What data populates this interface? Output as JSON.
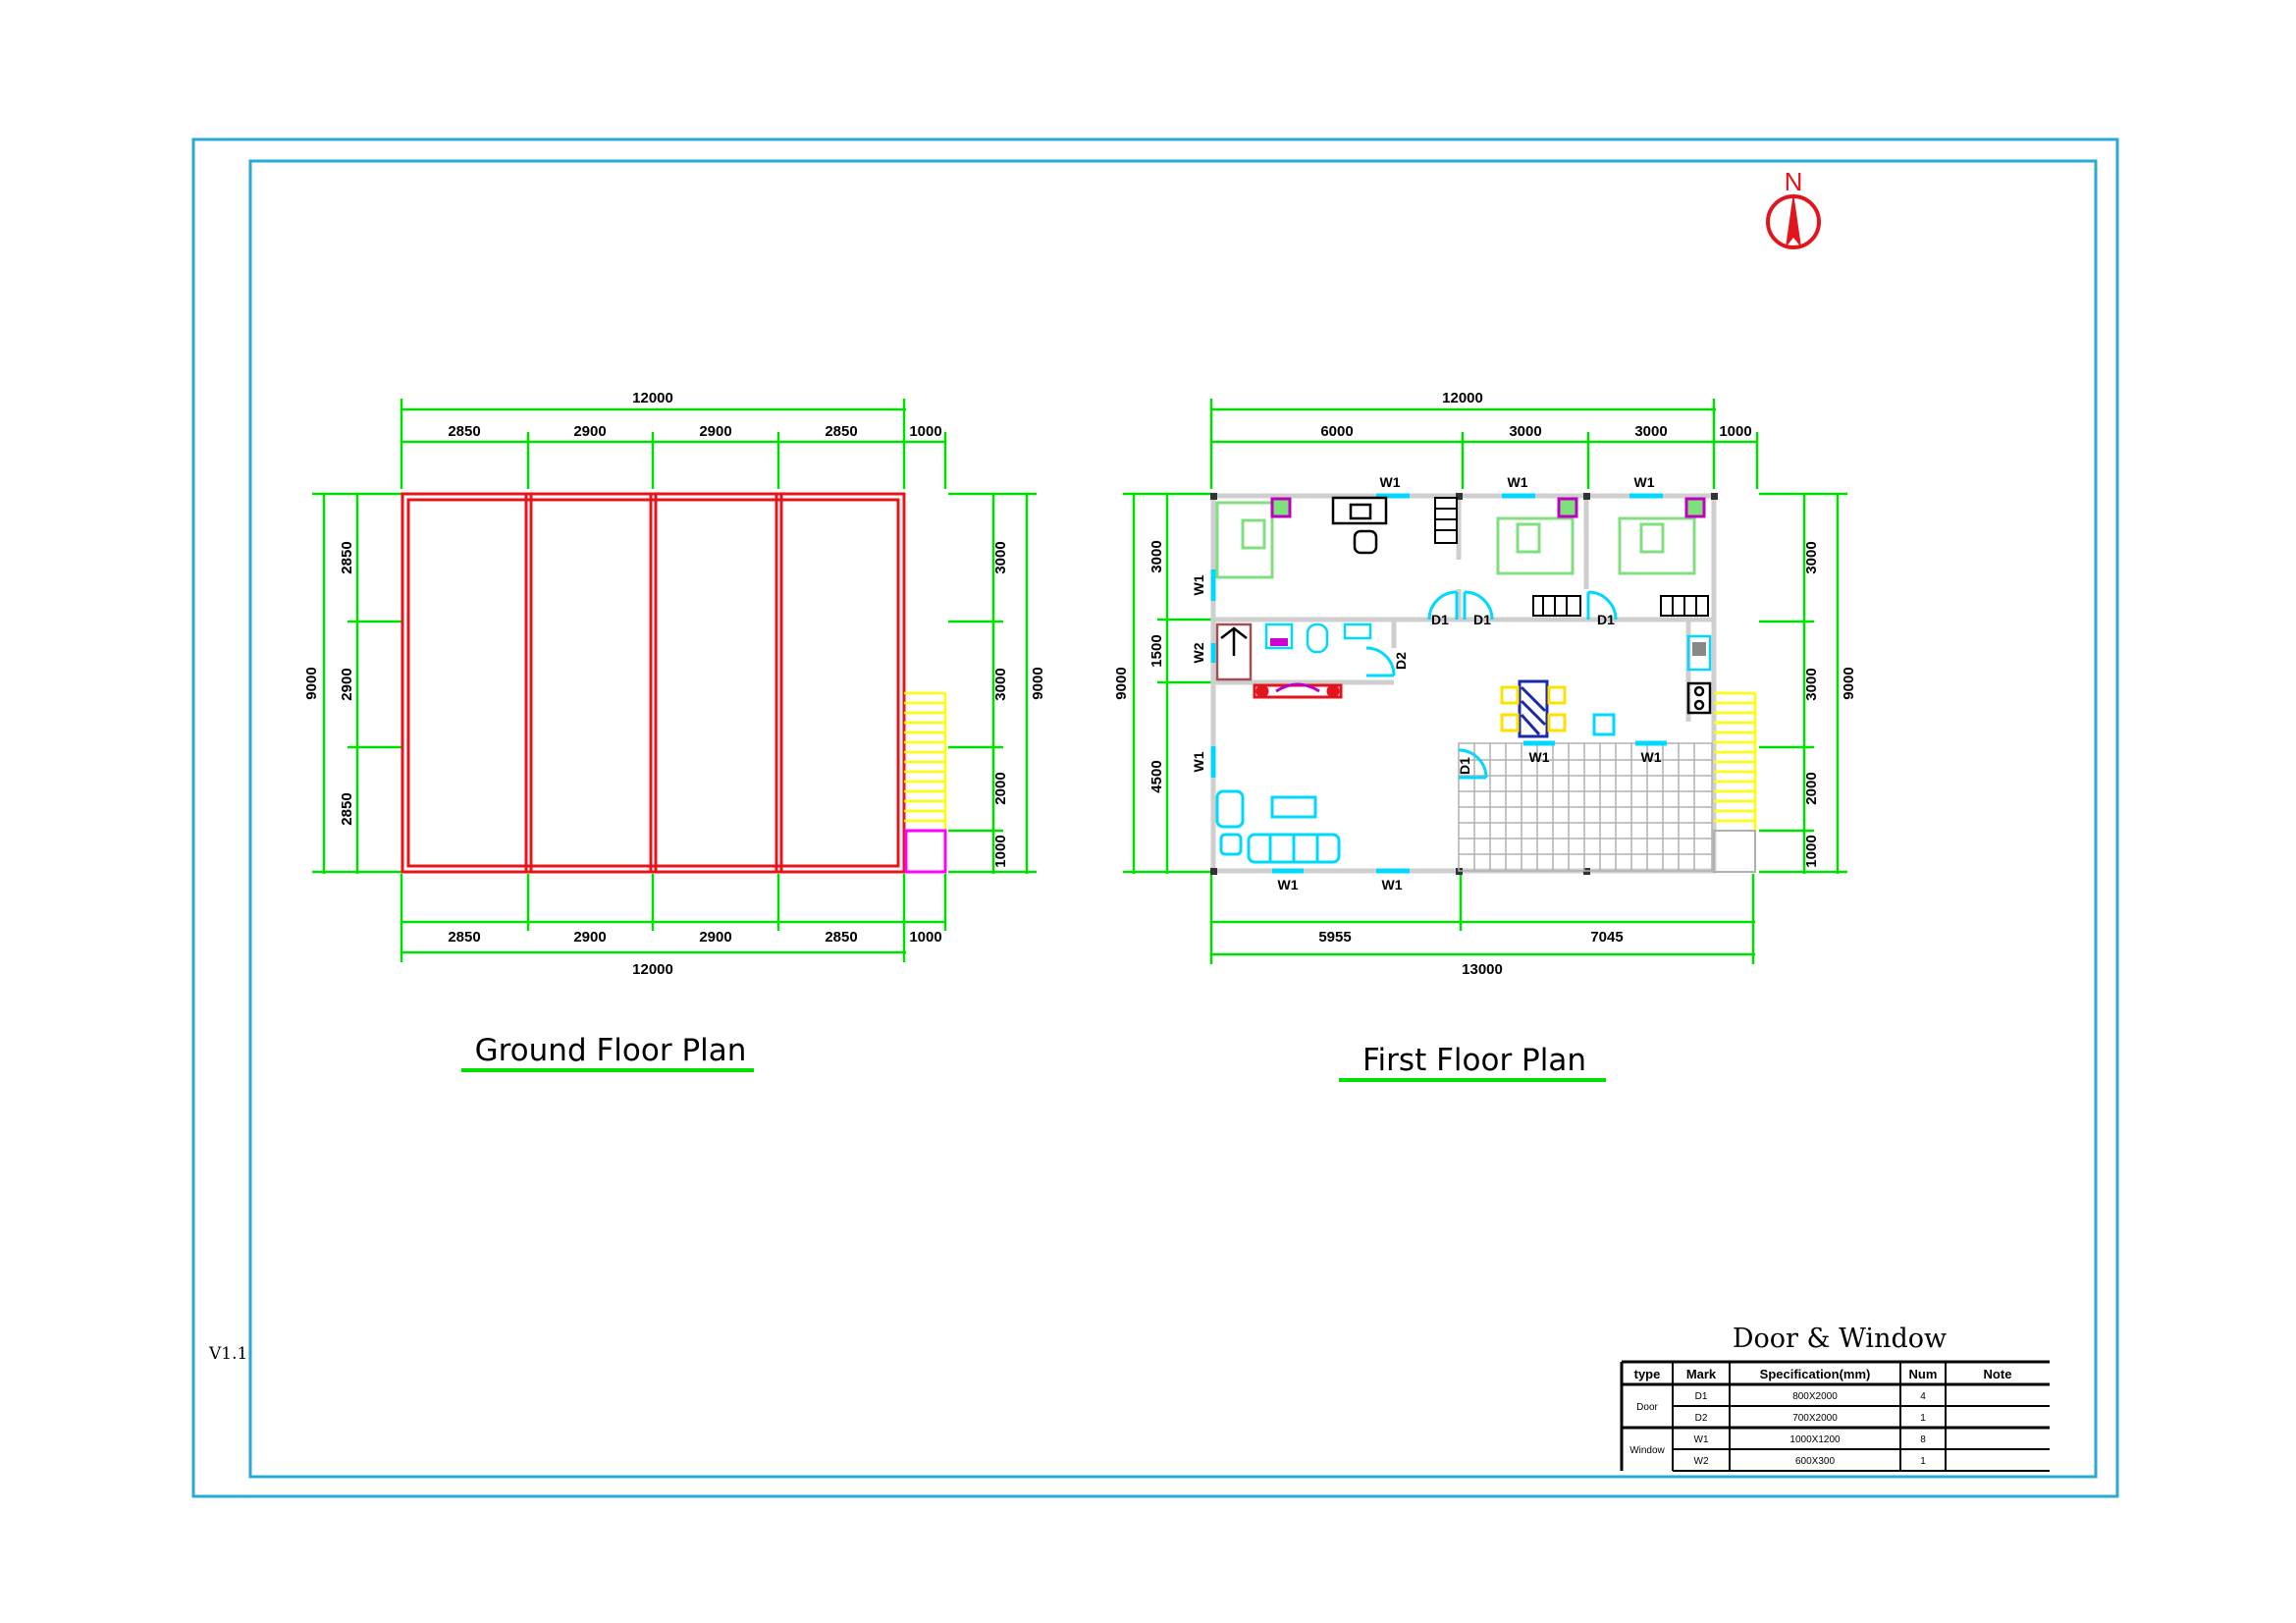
{
  "colors": {
    "frame": "#2aa9d6",
    "dimension": "#00e000",
    "ground_wall": "#e8141b",
    "landing": "#ff00ff",
    "stair": "#ffff00",
    "wall": "#cfcfcf",
    "fixture": "#00d8ff",
    "north": "#e3141b",
    "text": "#000000"
  },
  "north": {
    "label": "N"
  },
  "version": "V1.1",
  "ground_plan": {
    "title": "Ground Floor Plan",
    "top_total": "12000",
    "top_segments": [
      "2850",
      "2900",
      "2900",
      "2850",
      "1000"
    ],
    "bottom_total": "12000",
    "bottom_segments": [
      "2850",
      "2900",
      "2900",
      "2850",
      "1000"
    ],
    "left_total": "9000",
    "left_segments": [
      "2850",
      "2900",
      "2850"
    ],
    "right_total": "9000",
    "right_segments": [
      "3000",
      "3000",
      "2000",
      "1000"
    ]
  },
  "first_plan": {
    "title": "First Floor Plan",
    "top_total": "12000",
    "top_segments": [
      "6000",
      "3000",
      "3000",
      "1000"
    ],
    "bottom_total": "13000",
    "bottom_segments": [
      "5955",
      "7045"
    ],
    "left_total": "9000",
    "left_segments": [
      "3000",
      "1500",
      "4500"
    ],
    "right_total": "9000",
    "right_segments": [
      "3000",
      "3000",
      "2000",
      "1000"
    ],
    "marks": {
      "w1": "W1",
      "w2": "W2",
      "d1": "D1",
      "d2": "D2"
    }
  },
  "schedule": {
    "title": "Door & Window",
    "headers": [
      "type",
      "Mark",
      "Specification(mm)",
      "Num",
      "Note"
    ],
    "groups": [
      {
        "type": "Door",
        "rows": [
          {
            "mark": "D1",
            "spec": "800X2000",
            "num": "4",
            "note": ""
          },
          {
            "mark": "D2",
            "spec": "700X2000",
            "num": "1",
            "note": ""
          }
        ]
      },
      {
        "type": "Window",
        "rows": [
          {
            "mark": "W1",
            "spec": "1000X1200",
            "num": "8",
            "note": ""
          },
          {
            "mark": "W2",
            "spec": "600X300",
            "num": "1",
            "note": ""
          }
        ]
      }
    ]
  }
}
